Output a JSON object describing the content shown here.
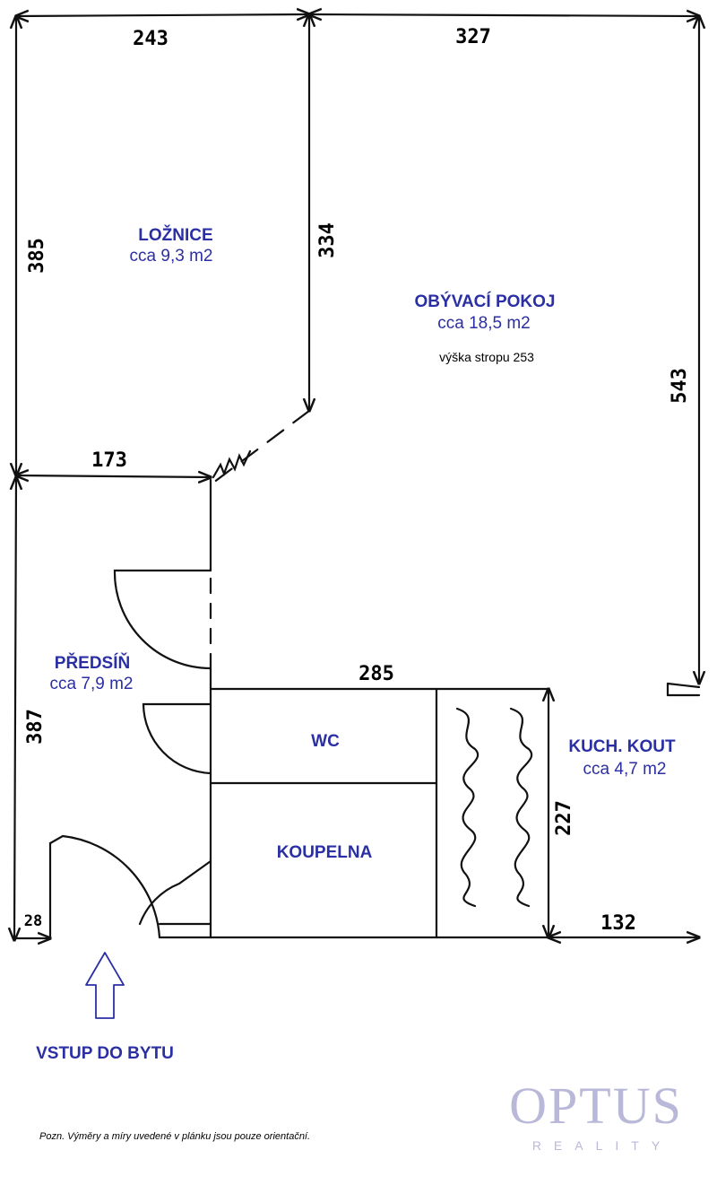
{
  "rooms": {
    "loznice": {
      "name": "LOŽNICE",
      "area": "cca 9,3 m2"
    },
    "obyvaci": {
      "name": "OBÝVACÍ POKOJ",
      "area": "cca 18,5 m2",
      "ceiling": "výška stropu 253"
    },
    "predsin": {
      "name": "PŘEDSÍŇ",
      "area": "cca 7,9 m2"
    },
    "wc": {
      "name": "WC"
    },
    "koupelna": {
      "name": "KOUPELNA"
    },
    "kuchyn": {
      "name": "KUCH. KOUT",
      "area": "cca 4,7 m2"
    }
  },
  "dimensions": {
    "top_left": "243",
    "top_right": "327",
    "left_upper": "385",
    "inner_vertical": "334",
    "right_full": "543",
    "mid_horizontal": "173",
    "left_lower": "387",
    "wc_width": "285",
    "kitchen_height": "227",
    "kitchen_bottom": "132",
    "entry_jog": "28"
  },
  "entrance": {
    "label": "VSTUP DO BYTU"
  },
  "footnote": "Pozn. Výměry a míry uvedené v plánku jsou pouze orientační.",
  "logo": {
    "main": "OPTUS",
    "sub": "REALITY"
  },
  "colors": {
    "label_blue": "#2b2fa4",
    "logo_lilac": "#b9b8d8",
    "line": "#111111"
  }
}
